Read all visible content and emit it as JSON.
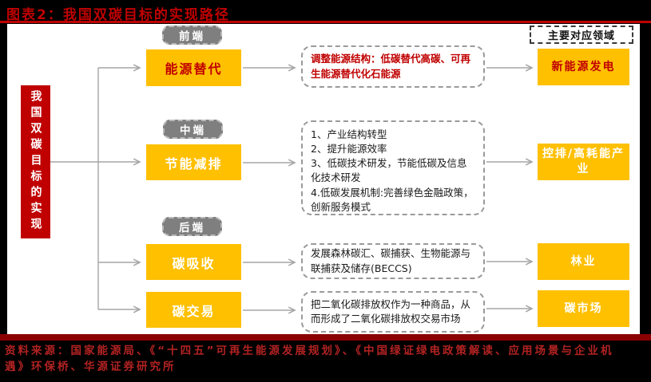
{
  "header": {
    "title": "图表2：我国双碳目标的实现路径"
  },
  "diagram": {
    "root_label": "我国双碳目标的实现",
    "legend_label": "主要对应领域",
    "rows": [
      {
        "tag": "前端",
        "source": "能源替代",
        "desc": "调整能源结构：低碳替代高碳、可再生能源替代化石能源",
        "target": "新能源发电",
        "text_color": "red"
      },
      {
        "tag": "中端",
        "source": "节能减排",
        "desc_lines": [
          "1、产业结构转型",
          "2、提升能源效率",
          "3、低碳技术研发，节能低碳及信息化技术研发",
          "4.低碳发展机制:完善绿色金融政策，创新服务模式"
        ],
        "target": "控排/高耗能产业",
        "text_color": "white"
      },
      {
        "tag": "后端",
        "source": "碳吸收",
        "desc": "发展森林碳汇、碳捕获、生物能源与联捕获及储存(BECCS)",
        "target": "林业",
        "text_color": "white"
      },
      {
        "source": "碳交易",
        "desc": "把二氧化碳排放权作为一种商品，从而形成了二氧化碳排放权交易市场",
        "target": "碳市场",
        "text_color": "white"
      }
    ]
  },
  "footer": {
    "source_note": "资料来源：国家能源局、《“十四五”可再生能源发展规划》、《中国绿证绿电政策解读、应用场景与企业机遇》环保桥、华源证券研究所"
  },
  "colors": {
    "accent_red": "#C00000",
    "box_orange": "#FFC000",
    "stage_gray": "#7F7F7F",
    "connector_gray": "#A6A6A6",
    "panel_white": "#FFFFFF",
    "page_black": "#000000",
    "source_text_red": "#B22222",
    "bottom_band_red": "#8B0000"
  }
}
